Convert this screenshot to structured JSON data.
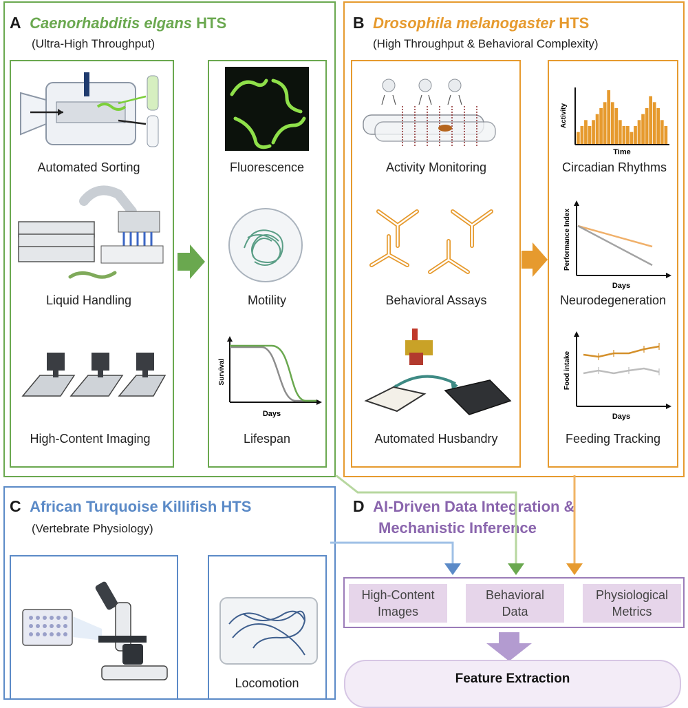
{
  "colors": {
    "green": "#6aa84f",
    "orange": "#e69a2e",
    "blue": "#5b8ac7",
    "purple": "#9b7cb8",
    "chip": "#e6d5ea"
  },
  "panelA": {
    "letter": "A",
    "title_italic": "Caenorhabditis elgans",
    "title_suffix": " HTS",
    "subtitle": "(Ultra-High Throughput)",
    "left_items": [
      "Automated Sorting",
      "Liquid Handling",
      "High-Content Imaging"
    ],
    "right_items": [
      "Fluorescence",
      "Motility",
      "Lifespan"
    ],
    "lifespan_chart": {
      "ylabel": "Survival",
      "xlabel": "Days"
    }
  },
  "panelB": {
    "letter": "B",
    "title_italic": "Drosophila melanogaster",
    "title_suffix": " HTS",
    "subtitle": "(High Throughput & Behavioral Complexity)",
    "left_items": [
      "Activity Monitoring",
      "Behavioral Assays",
      "Automated Husbandry"
    ],
    "right_items": [
      "Circadian Rhythms",
      "Neurodegeneration",
      "Feeding Tracking"
    ],
    "circadian_chart": {
      "ylabel": "Activity",
      "xlabel": "Time",
      "values": [
        2,
        3,
        4,
        3,
        4,
        5,
        6,
        7,
        9,
        7,
        6,
        4,
        3,
        3,
        2,
        3,
        4,
        5,
        6,
        8,
        7,
        6,
        4,
        3
      ]
    },
    "neuro_chart": {
      "ylabel": "Performance Index",
      "xlabel": "Days"
    },
    "feeding_chart": {
      "ylabel": "Food intake",
      "xlabel": "Days"
    }
  },
  "panelC": {
    "letter": "C",
    "title": "African Turquoise Killifish HTS",
    "subtitle": "(Vertebrate Physiology)",
    "right_item": "Locomotion"
  },
  "panelD": {
    "letter": "D",
    "title_line1": "AI-Driven Data Integration &",
    "title_line2": "Mechanistic Inference",
    "chips": [
      {
        "line1": "High-Content",
        "line2": "Images"
      },
      {
        "line1": "Behavioral",
        "line2": "Data"
      },
      {
        "line1": "Physiological",
        "line2": "Metrics"
      }
    ],
    "feature_extraction": "Feature Extraction"
  }
}
